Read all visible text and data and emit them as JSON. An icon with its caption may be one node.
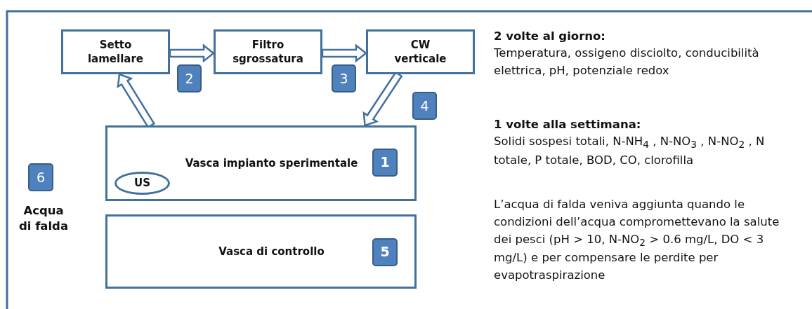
{
  "diagram": {
    "nodes": [
      {
        "text": [
          "Setto lamellare"
        ]
      },
      {
        "text": [
          "Filtro sgrossatura"
        ]
      },
      {
        "text": [
          "CW verticale"
        ]
      },
      {
        "text": [
          "2"
        ]
      },
      {
        "text": [
          "3"
        ]
      },
      {
        "text": [
          "4"
        ]
      },
      {
        "text": [
          "Vasca impianto sperimentale"
        ]
      },
      {
        "text": [
          "US"
        ],
        "in": 6
      },
      {
        "text": [
          "1"
        ],
        "in": 6
      },
      {
        "text": [
          "6"
        ]
      },
      {
        "text": [
          "Vasca di controllo"
        ]
      },
      {
        "text": [
          "5"
        ],
        "in": 10
      }
    ],
    "edges": [
      {
        "from": 6,
        "to": 0,
        "arrow": "to"
      },
      {
        "from": 0,
        "to": 1,
        "arrow": "to"
      },
      {
        "from": 1,
        "to": 2,
        "arrow": "to"
      },
      {
        "from": 2,
        "to": 6,
        "arrow": "to"
      }
    ],
    "labels": [
      "Acqua di falda",
      "2 volte al giorno:",
      "Temperatura, ossigeno disciolto, conducibilità elettrica, pH, potenziale redox",
      "1 volte alla settimana:",
      "Solidi sospesi totali, N-NH$_{4}$ , N-NO$_{3}$ , N-NO$_{2}$ , N totale, P totale, BOD, CO, clorofilla",
      "L’acqua di falda veniva aggiunta quando le condizioni dell’acqua compromettevano la salute dei pesci (pH > 10, N-NO$_{2}$ > 0.6 mg/L, DO < 3 mg/L) e per compensare le perdite per evapotraspirazione"
    ]
  }
}
